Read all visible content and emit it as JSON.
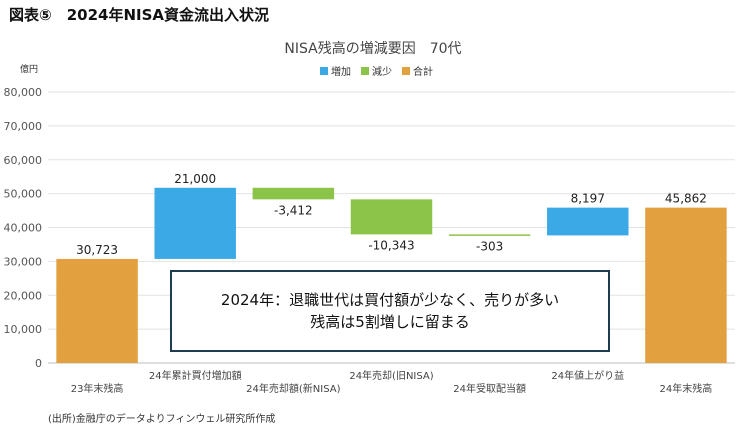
{
  "figure_title": "図表⑤　2024年NISA資金流出入状況",
  "source_note": "(出所)金融庁のデータよりフィンウェル研究所作成",
  "callout": {
    "line1": "2024年：退職世代は買付額が少なく、売りが多い",
    "line2": "残高は5割増しに留まる"
  },
  "colors": {
    "increase": "#3aa9e6",
    "decrease": "#8cc44a",
    "total": "#e3a03e",
    "callout_border": "#1d3c4f",
    "grid": "#e2e2e2"
  },
  "chart_data": {
    "type": "bar",
    "subtype": "waterfall",
    "title": "NISA残高の増減要因　70代",
    "unit": "億円",
    "ylim": [
      0,
      80000
    ],
    "yticks": [
      "0",
      "10,000",
      "20,000",
      "30,000",
      "40,000",
      "50,000",
      "60,000",
      "70,000",
      "80,000"
    ],
    "grid": true,
    "legend_position": "top-right",
    "legend": [
      {
        "label": "増加",
        "kind": "increase"
      },
      {
        "label": "減少",
        "kind": "decrease"
      },
      {
        "label": "合計",
        "kind": "total"
      }
    ],
    "categories": [
      "23年末残高",
      "24年累計買付増加額",
      "24年売却額(新NISA)",
      "24年売却(旧NISA)",
      "24年受取配当額",
      "24年値上がり益",
      "24年末残高"
    ],
    "values": [
      30723,
      21000,
      -3412,
      -10343,
      -303,
      8197,
      45862
    ],
    "value_labels": [
      "30,723",
      "21,000",
      "-3,412",
      "-10,343",
      "-303",
      "8,197",
      "45,862"
    ],
    "kinds": [
      "total",
      "increase",
      "decrease",
      "decrease",
      "decrease",
      "increase",
      "total"
    ]
  }
}
